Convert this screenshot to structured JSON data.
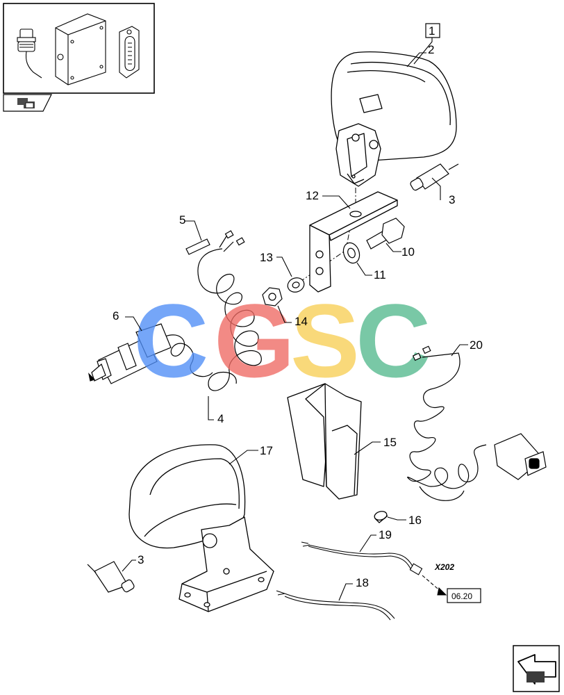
{
  "inset": {
    "icons": [
      "proximity-sensor-icon",
      "control-box-icon",
      "connector-icon"
    ]
  },
  "callouts": {
    "c1": "1",
    "c2": "2",
    "c3a": "3",
    "c3b": "3",
    "c4": "4",
    "c5": "5",
    "c6": "6",
    "c10": "10",
    "c11": "11",
    "c12": "12",
    "c13": "13",
    "c14": "14",
    "c15": "15",
    "c16": "16",
    "c17": "17",
    "c18": "18",
    "c19": "19",
    "c20": "20"
  },
  "connector_label": "X202",
  "page_ref": "06.20",
  "watermark": {
    "letters": [
      "C",
      "G",
      "S",
      "C"
    ],
    "colors": [
      "#4f8ef7",
      "#ef6a63",
      "#f8cf55",
      "#54b98e"
    ]
  },
  "navigation": {
    "icons": [
      "back-arrow-icon",
      "next-page-arrow-icon"
    ]
  }
}
